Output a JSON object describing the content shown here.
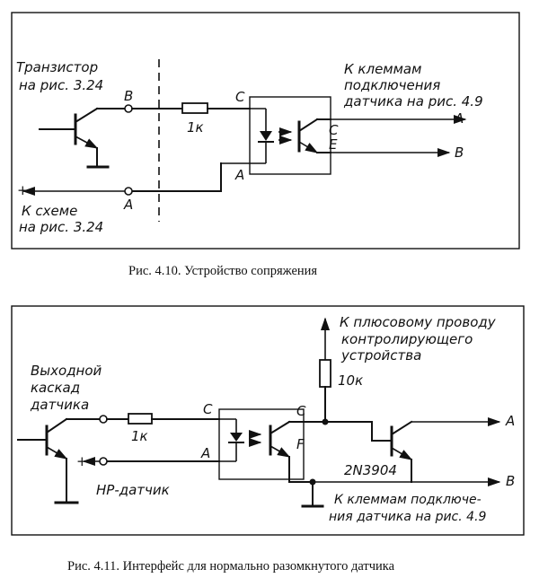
{
  "fig410": {
    "transistor_label_1": "Транзистор",
    "transistor_label_2": "на рис. 3.24",
    "terminal_b": "B",
    "terminal_a": "A",
    "resistor_value": "1к",
    "opto_c_in": "C",
    "opto_a_in": "A",
    "opto_c_out": "C",
    "opto_e_out": "E",
    "to_terminals_1": "К клеммам",
    "to_terminals_2": "подключения",
    "to_terminals_3": "датчика на рис. 4.9",
    "out_a": "A",
    "out_b": "B",
    "plus": "+",
    "to_scheme_1": "К схеме",
    "to_scheme_2": "на рис. 3.24",
    "caption": "Рис. 4.10. Устройство сопряжения"
  },
  "fig411": {
    "plus_wire_1": "К плюсовому проводу",
    "plus_wire_2": "контролирующего",
    "plus_wire_3": "устройства",
    "resistor_10k": "10к",
    "output_stage_1": "Выходной",
    "output_stage_2": "каскад",
    "output_stage_3": "датчика",
    "resistor_value": "1к",
    "opto_c_in": "C",
    "opto_a_in": "A",
    "opto_c_out": "C",
    "opto_f_out": "F",
    "transistor_name": "2N3904",
    "out_a": "A",
    "out_b": "B",
    "plus": "+",
    "hp_sensor": "НР-датчик",
    "to_terminals_1": "К клеммам подключе-",
    "to_terminals_2": "ния  датчика на рис. 4.9",
    "caption": "Рис. 4.11. Интерфейс для нормально разомкнутого датчика"
  }
}
